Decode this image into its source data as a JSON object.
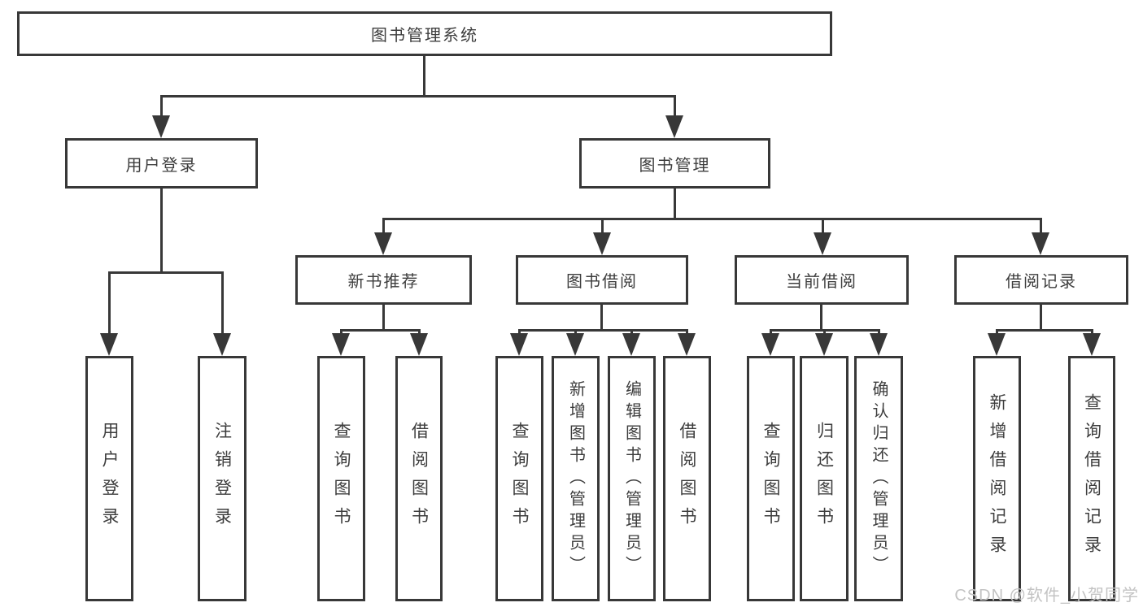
{
  "tree": {
    "root": "图书管理系统",
    "branches": [
      {
        "label": "用户登录",
        "children": [
          "用户登录",
          "注销登录"
        ]
      },
      {
        "label": "图书管理",
        "sections": [
          {
            "label": "新书推荐",
            "children": [
              "查询图书",
              "借阅图书"
            ]
          },
          {
            "label": "图书借阅",
            "children": [
              "查询图书",
              "新增图书（管理员）",
              "编辑图书（管理员）",
              "借阅图书"
            ]
          },
          {
            "label": "当前借阅",
            "children": [
              "查询图书",
              "归还图书",
              "确认归还（管理员）"
            ]
          },
          {
            "label": "借阅记录",
            "children": [
              "新增借阅记录",
              "查询借阅记录"
            ]
          }
        ]
      }
    ]
  },
  "watermark": "CSDN @软件_小贺同学",
  "colors": {
    "line": "#383838",
    "text": "#3d3d3d",
    "box_fill": "#ffffff",
    "watermark": "#c3c3c3",
    "background": "#ffffff"
  }
}
